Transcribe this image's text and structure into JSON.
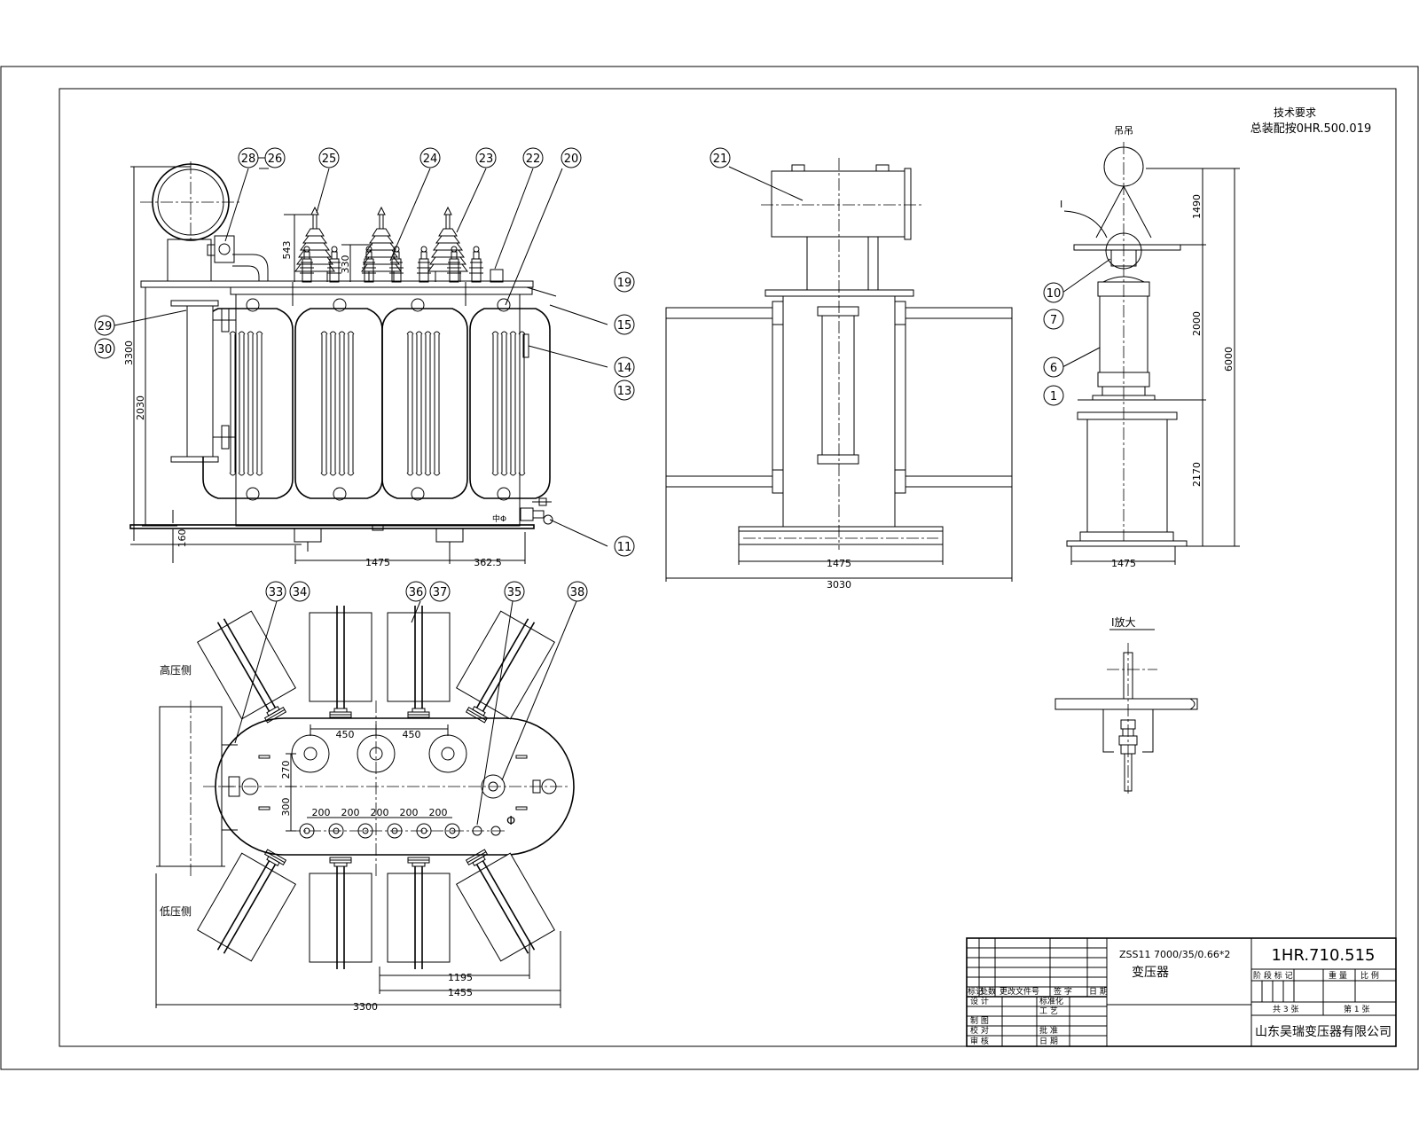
{
  "technical_requirements": {
    "title": "技术要求",
    "line": "总装配按0HR.500.019"
  },
  "labels": {
    "lifting": "吊吊",
    "detail_mark": "I",
    "detail_title": "I放大",
    "hv_side": "高压侧",
    "lv_side": "低压侧",
    "phi_symbol": "Φ"
  },
  "front_view": {
    "dims": {
      "w1475": "1475",
      "w362": "362.5",
      "h3300": "3300",
      "h2030": "2030",
      "h160": "160",
      "h543": "543",
      "h330": "330"
    },
    "balloons": {
      "b28": "28",
      "b26": "26",
      "b25": "25",
      "b24": "24",
      "b23": "23",
      "b22": "22",
      "b20": "20",
      "b29": "29",
      "b30": "30",
      "b19": "19",
      "b15": "15",
      "b14": "14",
      "b13": "13",
      "b11": "11"
    }
  },
  "side_view": {
    "dims": {
      "w1475": "1475",
      "w3030": "3030"
    },
    "balloons": {
      "b21": "21"
    }
  },
  "end_view": {
    "dims": {
      "h1490": "1490",
      "h2000": "2000",
      "h2170": "2170",
      "h6000": "6000",
      "w1475": "1475"
    },
    "balloons": {
      "b10": "10",
      "b7": "7",
      "b6": "6",
      "b1": "1"
    }
  },
  "top_view": {
    "dims": {
      "s450a": "450",
      "s450b": "450",
      "s270": "270",
      "s300": "300",
      "p200a": "200",
      "p200b": "200",
      "p200c": "200",
      "p200d": "200",
      "p200e": "200",
      "w1195": "1195",
      "w1455": "1455",
      "w3300": "3300"
    },
    "balloons": {
      "b33": "33",
      "b34": "34",
      "b36": "36",
      "b37": "37",
      "b35": "35",
      "b38": "38"
    }
  },
  "title_block": {
    "model": "ZSS11 7000/35/0.66*2",
    "name": "变压器",
    "drawing_no": "1HR.710.515",
    "company": "山东吴瑞变压器有限公司",
    "stage_label": "阶 段 标 记",
    "weight_label": "重 量",
    "scale_label": "比 例",
    "sheets_total": "共 3 张",
    "sheet_no": "第 1 张",
    "rev_headers": {
      "mark": "标记",
      "count": "处数",
      "doc": "更改文件号",
      "sign": "签 字",
      "date": "日 期"
    },
    "role_labels": {
      "design": "设 计",
      "draft": "制 图",
      "check": "校 对",
      "audit": "审 核",
      "std": "标准化",
      "process": "工 艺",
      "approve": "批 准",
      "date2": "日 期"
    }
  }
}
